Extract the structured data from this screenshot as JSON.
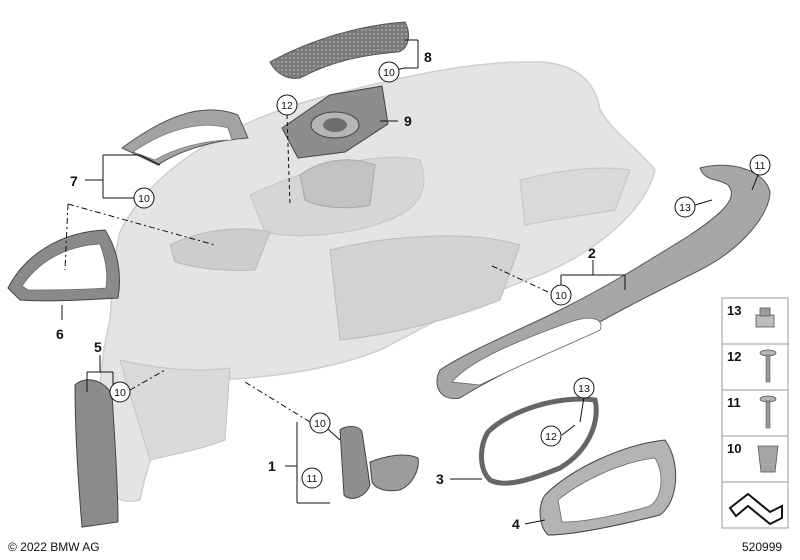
{
  "callouts": [
    "1",
    "2",
    "3",
    "4",
    "5",
    "6",
    "7",
    "8",
    "9",
    "10",
    "11",
    "12",
    "13"
  ],
  "legend": [
    {
      "num": "13",
      "icon": "clip-nut-icon"
    },
    {
      "num": "12",
      "icon": "screw-icon"
    },
    {
      "num": "11",
      "icon": "screw-icon"
    },
    {
      "num": "10",
      "icon": "clip-icon"
    }
  ],
  "footer": {
    "copyright": "© 2022 BMW AG",
    "drawing_number": "520999"
  },
  "colors": {
    "dashboard": "#e2e2e2",
    "dashboard_edge": "#c9c9c9",
    "trim": "#9a9a9a",
    "trim_dark": "#7d7d7d",
    "line": "#111111",
    "legend_border": "#999999"
  }
}
